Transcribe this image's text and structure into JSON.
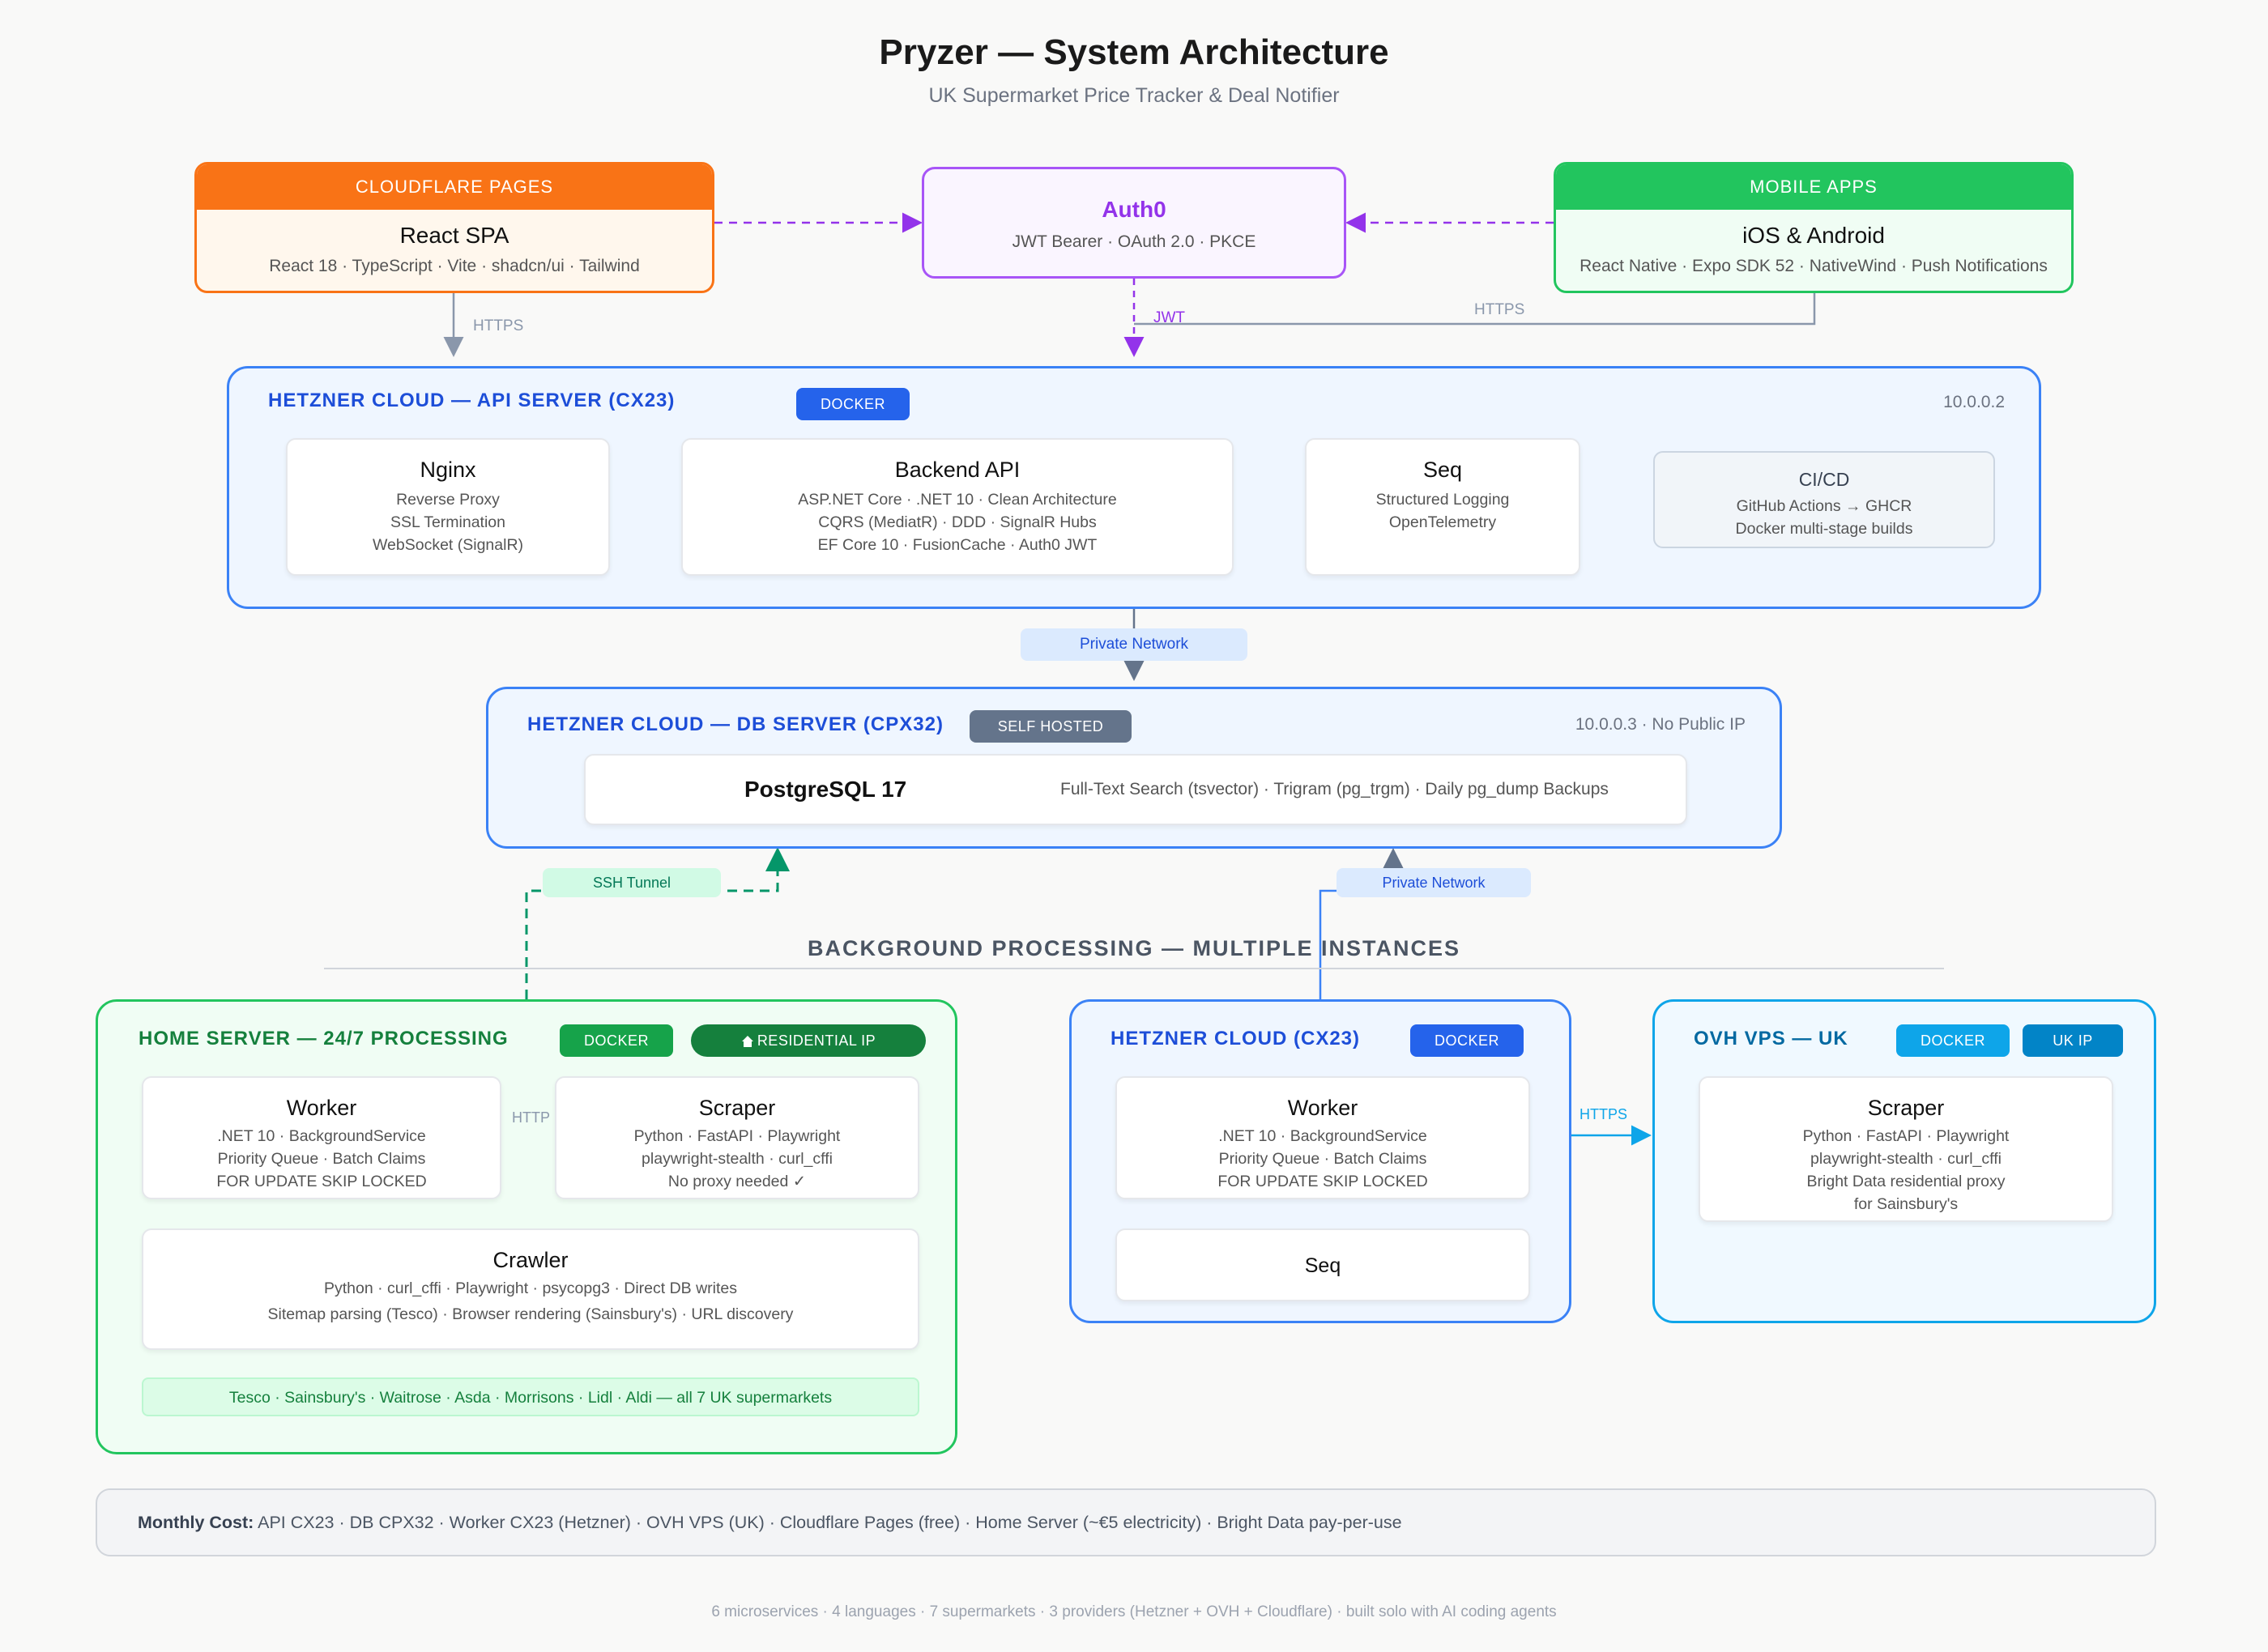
{
  "header": {
    "title": "Pryzer — System Architecture",
    "subtitle": "UK Supermarket Price Tracker & Deal Notifier"
  },
  "clients": {
    "cloudflare": {
      "header": "CLOUDFLARE PAGES",
      "title": "React SPA",
      "stack": "React 18 · TypeScript · Vite · shadcn/ui · Tailwind"
    },
    "auth0": {
      "title": "Auth0",
      "stack": "JWT Bearer · OAuth 2.0 · PKCE"
    },
    "mobile": {
      "header": "MOBILE APPS",
      "title": "iOS & Android",
      "stack": "React Native · Expo SDK 52 · NativeWind · Push Notifications"
    }
  },
  "edge_labels": {
    "spa_https": "HTTPS",
    "jwt": "JWT",
    "mobile_https": "HTTPS",
    "api_db_network": "Private Network",
    "ssh_tunnel": "SSH Tunnel",
    "worker_db_network": "Private Network",
    "home_http": "HTTP",
    "cloud_https": "HTTPS"
  },
  "api_server": {
    "label": "HETZNER CLOUD — API SERVER (CX23)",
    "badge": "DOCKER",
    "ip": "10.0.0.2",
    "nginx": {
      "title": "Nginx",
      "lines": [
        "Reverse Proxy",
        "SSL Termination",
        "WebSocket (SignalR)"
      ]
    },
    "backend": {
      "title": "Backend API",
      "lines": [
        "ASP.NET Core · .NET 10 · Clean Architecture",
        "CQRS (MediatR) · DDD · SignalR Hubs",
        "EF Core 10 · FusionCache · Auth0 JWT"
      ]
    },
    "seq": {
      "title": "Seq",
      "lines": [
        "Structured Logging",
        "OpenTelemetry"
      ]
    },
    "cicd": {
      "title": "CI/CD",
      "lines": [
        "GitHub Actions → GHCR",
        "Docker multi-stage builds"
      ]
    }
  },
  "db_server": {
    "label": "HETZNER CLOUD — DB SERVER (CPX32)",
    "badge": "SELF HOSTED",
    "ip": "10.0.0.3 · No Public IP",
    "postgres": {
      "title": "PostgreSQL 17",
      "features": "Full-Text Search (tsvector) · Trigram (pg_trgm) · Daily pg_dump Backups"
    }
  },
  "section": {
    "label": "BACKGROUND PROCESSING — MULTIPLE INSTANCES"
  },
  "home_server": {
    "label": "HOME SERVER — 24/7 PROCESSING",
    "badge_docker": "DOCKER",
    "badge_residential": "RESIDENTIAL IP",
    "worker": {
      "title": "Worker",
      "lines": [
        ".NET 10 · BackgroundService",
        "Priority Queue · Batch Claims",
        "FOR UPDATE SKIP LOCKED"
      ]
    },
    "scraper": {
      "title": "Scraper",
      "lines": [
        "Python · FastAPI · Playwright",
        "playwright-stealth · curl_cffi",
        "No proxy needed ✓"
      ]
    },
    "crawler": {
      "title": "Crawler",
      "lines": [
        "Python · curl_cffi · Playwright · psycopg3 · Direct DB writes",
        "Sitemap parsing (Tesco) · Browser rendering (Sainsbury's) · URL discovery"
      ]
    },
    "supermarkets": "Tesco · Sainsbury's · Waitrose · Asda · Morrisons · Lidl · Aldi — all 7 UK supermarkets"
  },
  "cloud_worker": {
    "label": "HETZNER CLOUD (CX23)",
    "badge": "DOCKER",
    "worker": {
      "title": "Worker",
      "lines": [
        ".NET 10 · BackgroundService",
        "Priority Queue · Batch Claims",
        "FOR UPDATE SKIP LOCKED"
      ]
    },
    "seq": {
      "title": "Seq"
    }
  },
  "ovh": {
    "label": "OVH VPS — UK",
    "badge_docker": "DOCKER",
    "badge_ip": "UK IP",
    "scraper": {
      "title": "Scraper",
      "lines": [
        "Python · FastAPI · Playwright",
        "playwright-stealth · curl_cffi",
        "Bright Data residential proxy",
        "for Sainsbury's"
      ]
    }
  },
  "cost": {
    "label": "Monthly Cost:",
    "text": " API CX23 · DB CPX32 · Worker CX23 (Hetzner) · OVH VPS (UK) · Cloudflare Pages (free) · Home Server (~€5 electricity) · Bright Data pay-per-use"
  },
  "footer": "6 microservices · 4 languages · 7 supermarkets · 3 providers (Hetzner + OVH + Cloudflare) · built solo with AI coding agents",
  "colors": {
    "cloudflare": "#f97316",
    "auth0": "#9333ea",
    "mobile": "#22c55e",
    "hetzner": "#3b82f6",
    "docker": "#2563eb",
    "home": "#16a34a",
    "ovh": "#0ea5e9"
  }
}
